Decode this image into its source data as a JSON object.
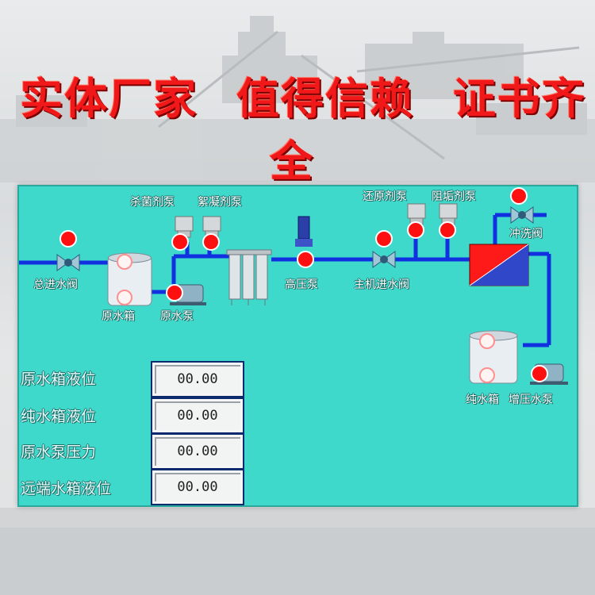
{
  "banner": {
    "slogans": [
      "实体厂家",
      "值得信赖",
      "证书齐全"
    ],
    "color": "#f01818"
  },
  "scada": {
    "background": "#3fd9cc",
    "pipe_color": "#1130e0",
    "indicator_color": "#ff1010",
    "labels": {
      "main_inlet_valve": "总进水阀",
      "raw_water_tank": "原水箱",
      "raw_water_pump": "原水泵",
      "sterilant_pump": "杀菌剂泵",
      "flocculant_pump": "絮凝剂泵",
      "high_pressure_pump": "高压泵",
      "host_inlet_valve": "主机进水阀",
      "reductant_pump": "还原剂泵",
      "scale_inhibitor_pump": "阻垢剂泵",
      "flush_valve": "冲洗阀",
      "pure_water_tank": "纯水箱",
      "booster_pump": "增压水泵"
    },
    "readouts": [
      {
        "label": "原水箱液位",
        "value": "00.00"
      },
      {
        "label": "纯水箱液位",
        "value": "00.00"
      },
      {
        "label": "原水泵压力",
        "value": "00.00"
      },
      {
        "label": "远端水箱液位",
        "value": "00.00"
      }
    ]
  }
}
